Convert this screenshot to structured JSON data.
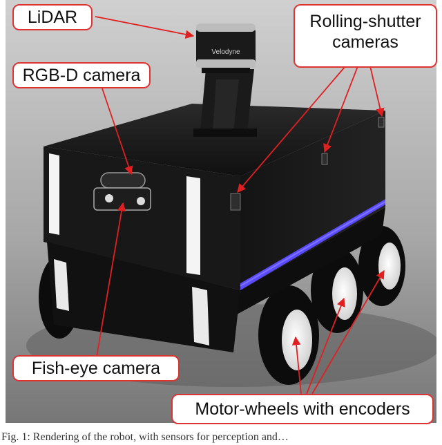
{
  "labels": {
    "lidar": "LiDAR",
    "rgbd_camera": "RGB-D camera",
    "rolling_shutter_line1": "Rolling-shutter",
    "rolling_shutter_line2": "cameras",
    "fisheye_camera": "Fish-eye camera",
    "motor_wheels": "Motor-wheels with encoders"
  },
  "lidar_brand": "Velodyne",
  "caption_partial": "Fig. 1: Rendering of the robot, with sensors for perception and…",
  "colors": {
    "annotation_border": "#d33333",
    "arrow": "#e02020",
    "light_strip": "#5b4bff",
    "robot_body": "#161616",
    "background_gradient_top": "#c9c9c9",
    "background_gradient_bottom": "#7a7a7a"
  }
}
